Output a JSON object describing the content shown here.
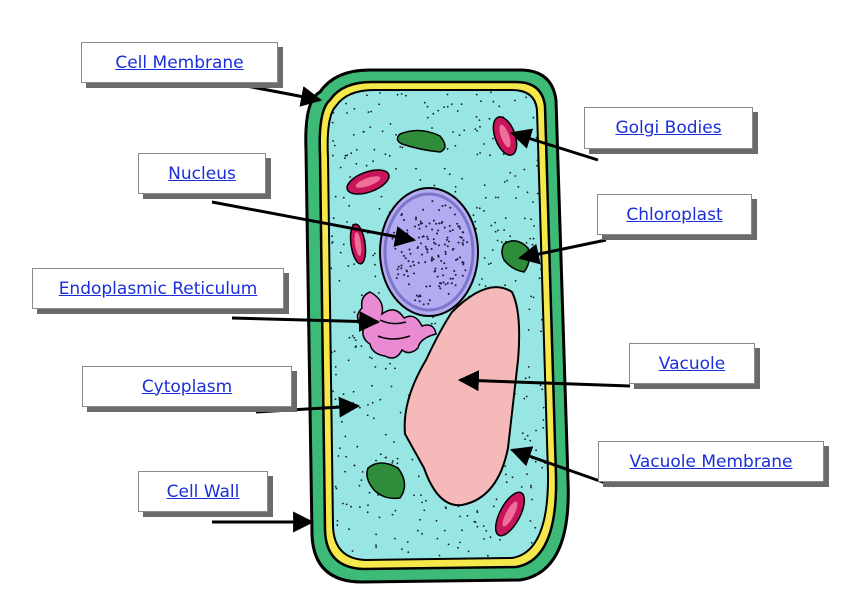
{
  "labels": {
    "cell_membrane": "Cell Membrane",
    "nucleus": "Nucleus",
    "endoplasmic_reticulum": "Endoplasmic Reticulum",
    "cytoplasm": "Cytoplasm",
    "cell_wall": "Cell Wall",
    "golgi_bodies": "Golgi Bodies",
    "chloroplast": "Chloroplast",
    "vacuole": "Vacuole",
    "vacuole_membrane": "Vacuole Membrane"
  },
  "colors": {
    "background": "#ffffff",
    "cell_wall": "#3dba78",
    "cell_membrane": "#f4e84a",
    "cytoplasm": "#97e6e3",
    "nucleus": "#b3abf2",
    "nucleus_rim": "#7c76c9",
    "vacuole": "#f6b9b9",
    "chloroplast": "#2f8c3a",
    "golgi": "#c8145a",
    "golgi_inner": "#ef6e9a",
    "er": "#e98ad3",
    "label_text": "#1a2fd8",
    "label_shadow": "#6b6b6b",
    "arrow": "#000000"
  }
}
